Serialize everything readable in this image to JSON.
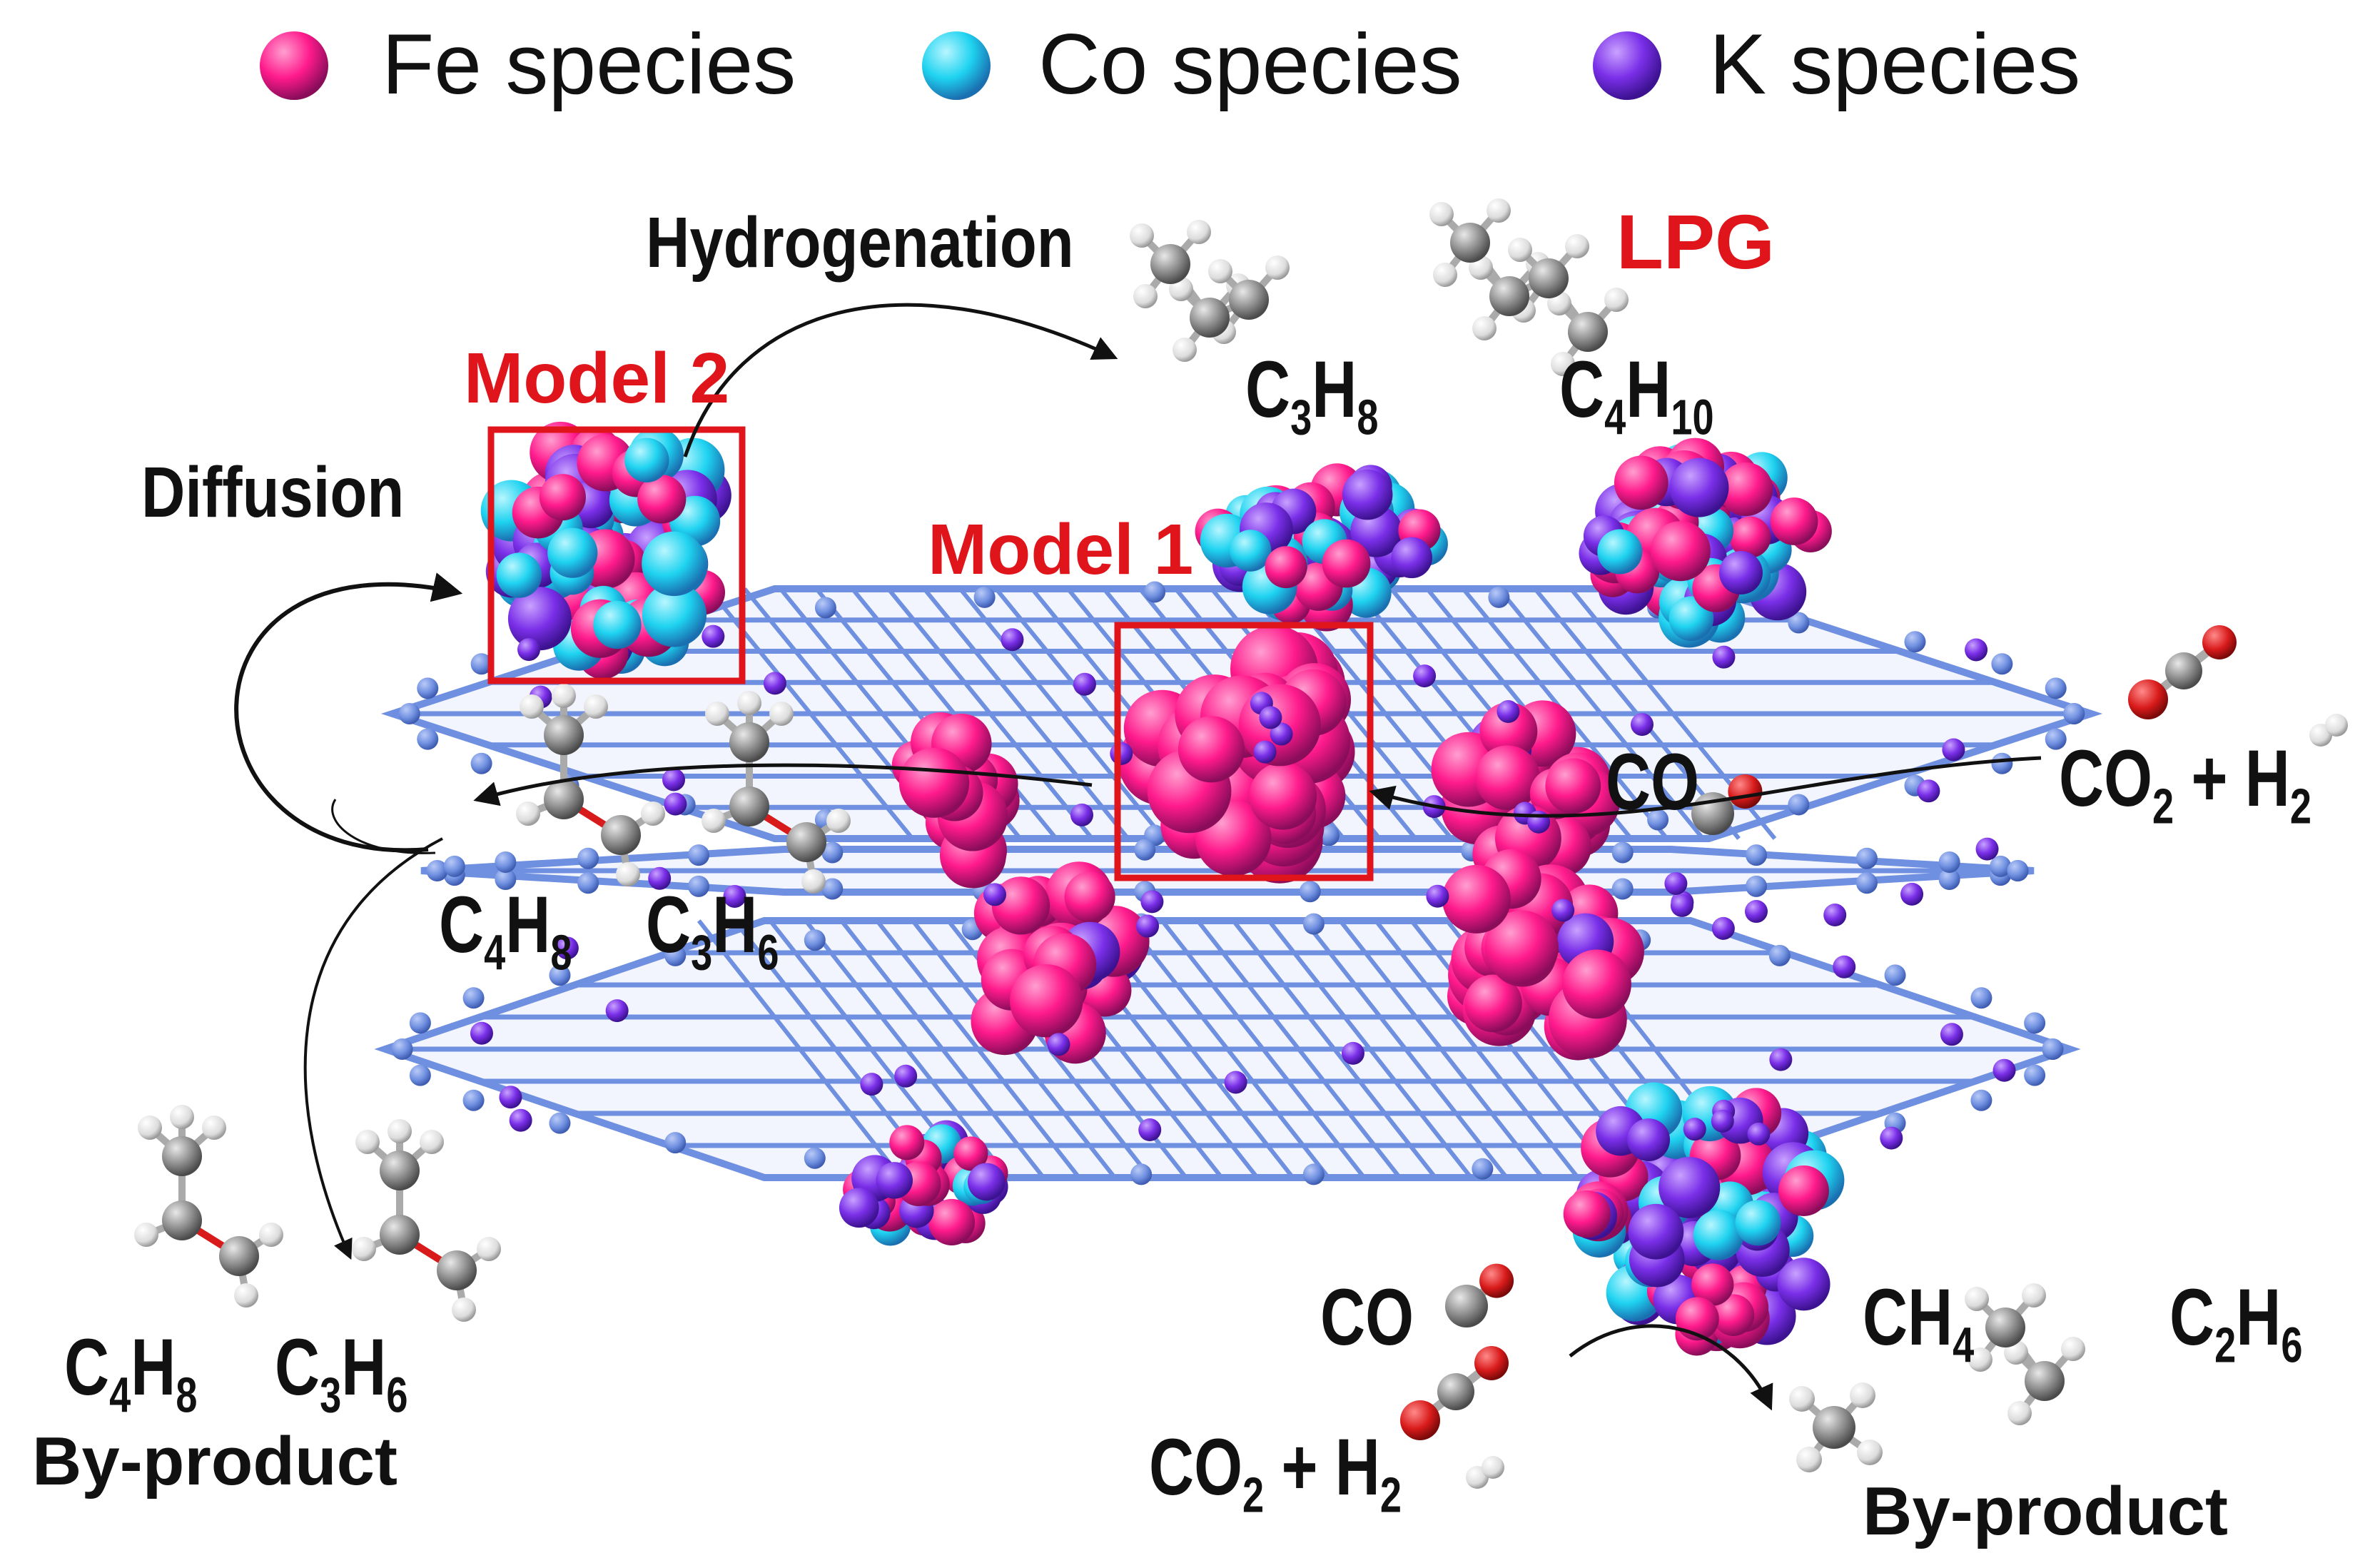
{
  "legend": {
    "fe": {
      "label": "Fe species",
      "color": "#ff1a8c"
    },
    "co": {
      "label": "Co species",
      "color": "#1fd3f0"
    },
    "k": {
      "label": "K species",
      "color": "#7a2fe8"
    }
  },
  "labels": {
    "hydrogenation": "Hydrogenation",
    "lpg": "LPG",
    "model2": "Model 2",
    "model1": "Model 1",
    "diffusion": "Diffusion",
    "co_mid": "CO",
    "co_bottom": "CO",
    "byproduct_left": "By-product",
    "byproduct_right": "By-product"
  },
  "formulas": {
    "c3h8": {
      "a": "C",
      "a_sub": "3",
      "b": "H",
      "b_sub": "8"
    },
    "c4h10": {
      "a": "C",
      "a_sub": "4",
      "b": "H",
      "b_sub": "10"
    },
    "c4h8_mid": {
      "a": "C",
      "a_sub": "4",
      "b": "H",
      "b_sub": "8"
    },
    "c3h6_mid": {
      "a": "C",
      "a_sub": "3",
      "b": "H",
      "b_sub": "6"
    },
    "c4h8_left": {
      "a": "C",
      "a_sub": "4",
      "b": "H",
      "b_sub": "8"
    },
    "c3h6_left": {
      "a": "C",
      "a_sub": "3",
      "b": "H",
      "b_sub": "6"
    },
    "co2h2_right": {
      "a": "CO",
      "a_sub": "2",
      "plus": " + ",
      "b": "H",
      "b_sub": "2"
    },
    "co2h2_bottom": {
      "a": "CO",
      "a_sub": "2",
      "plus": " + ",
      "b": "H",
      "b_sub": "2"
    },
    "ch4": {
      "a": "CH",
      "a_sub": "4"
    },
    "c2h6": {
      "a": "C",
      "a_sub": "2",
      "b": "H",
      "b_sub": "6"
    }
  },
  "colors": {
    "graphene": "#6f8fe0",
    "highlight": "#e0141b",
    "carbon": "#8a8a8a",
    "oxygen": "#d81a1a",
    "hydrogen": "#e6e6e6"
  }
}
